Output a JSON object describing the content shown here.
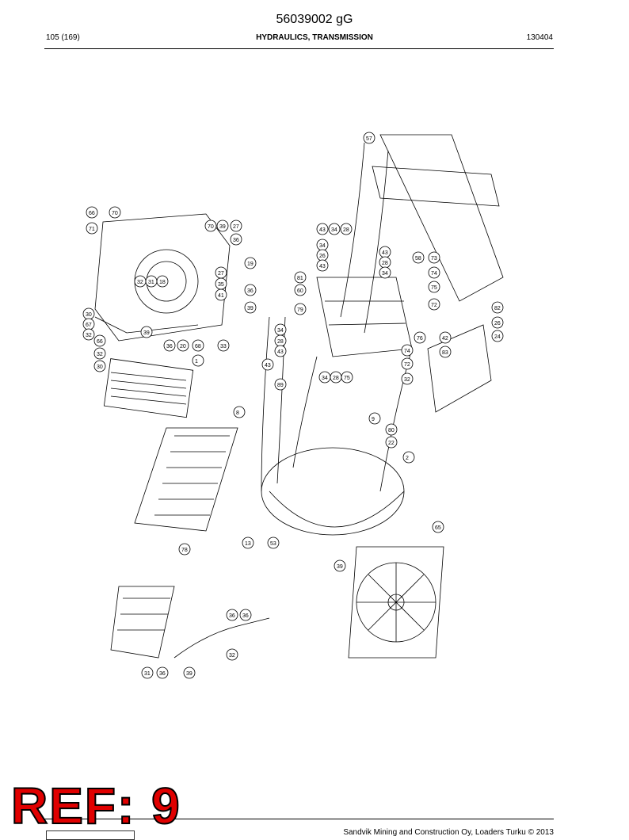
{
  "header": {
    "doc_number": "56039002 gG",
    "page": "105 (169)",
    "section": "HYDRAULICS, TRANSMISSION",
    "revision": "130404"
  },
  "callouts": [
    "57",
    "66",
    "70",
    "71",
    "70",
    "39",
    "27",
    "36",
    "19",
    "36",
    "39",
    "33",
    "32",
    "31",
    "18",
    "41",
    "35",
    "27",
    "43",
    "34",
    "28",
    "34",
    "26",
    "43",
    "43",
    "28",
    "34",
    "58",
    "73",
    "74",
    "75",
    "72",
    "81",
    "60",
    "79",
    "76",
    "82",
    "26",
    "24",
    "42",
    "83",
    "34",
    "28",
    "43",
    "89",
    "43",
    "34",
    "28",
    "75",
    "74",
    "72",
    "32",
    "30",
    "67",
    "32",
    "66",
    "32",
    "30",
    "39",
    "36",
    "20",
    "68",
    "1",
    "8",
    "9",
    "80",
    "22",
    "2",
    "65",
    "78",
    "13",
    "53",
    "39",
    "36",
    "36",
    "32",
    "31",
    "36",
    "39"
  ],
  "footer": {
    "text": "Sandvik Mining and Construction Oy, Loaders Turku © 2013",
    "stamp": "REF: 9"
  }
}
